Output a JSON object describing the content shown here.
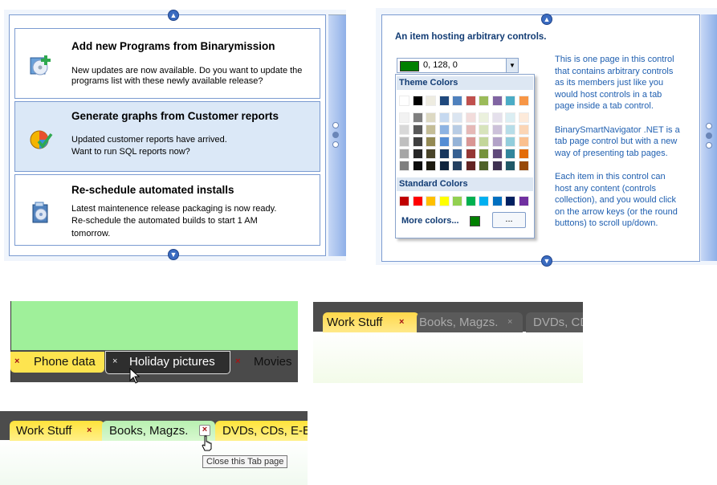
{
  "panel1": {
    "cards": [
      {
        "title": "Add new Programs from Binarymission",
        "line1": "New updates are now available. Do you want to update the",
        "line2": "programs list with these newly available release?",
        "line3": "",
        "icon": "install-cd-icon"
      },
      {
        "title": "Generate graphs from Customer reports",
        "line1": "Updated customer reports have arrived.",
        "line2": "Want to run SQL reports now?",
        "line3": "",
        "icon": "pie-chart-check-icon"
      },
      {
        "title": "Re-schedule automated installs",
        "line1": "Latest maintenence release packaging is now ready.",
        "line2": "Re-schedule the automated builds to start 1 AM",
        "line3": "tomorrow.",
        "icon": "software-box-icon"
      }
    ]
  },
  "panel2": {
    "heading": "An item hosting arbitrary controls.",
    "color_value": "0, 128, 0",
    "theme_colors_label": "Theme Colors",
    "standard_colors_label": "Standard Colors",
    "more_colors_label": "More colors...",
    "more_button_label": "...",
    "description": [
      "This is one page in this control",
      "that contains arbitrary controls",
      "as its members just like you",
      "would host controls in a tab",
      "page inside a tab control.",
      "",
      "BinarySmartNavigator .NET is a",
      "tab page control but with a new",
      "way of presenting tab pages.",
      "",
      "Each item in this control can",
      "host any content (controls",
      "collection), and you would click",
      "on the arrow keys (or the round",
      "buttons) to scroll up/down."
    ],
    "theme_top": [
      "#ffffff",
      "#000000",
      "#eeece1",
      "#1f497d",
      "#4f81bd",
      "#c0504d",
      "#9bbb59",
      "#8064a2",
      "#4bacc6",
      "#f79646"
    ],
    "theme_cols": [
      [
        "#f2f2f2",
        "#d8d8d8",
        "#bfbfbf",
        "#a5a5a5",
        "#7f7f7f"
      ],
      [
        "#7f7f7f",
        "#595959",
        "#3f3f3f",
        "#262626",
        "#0c0c0c"
      ],
      [
        "#ddd9c3",
        "#c4bd97",
        "#938953",
        "#494429",
        "#1d1b10"
      ],
      [
        "#c6d9f0",
        "#8db3e2",
        "#548dd4",
        "#17365d",
        "#0f243e"
      ],
      [
        "#dbe5f1",
        "#b8cce4",
        "#95b3d7",
        "#366092",
        "#244061"
      ],
      [
        "#f2dcdb",
        "#e5b9b7",
        "#d99694",
        "#953734",
        "#632423"
      ],
      [
        "#ebf1dd",
        "#d7e3bc",
        "#c3d69b",
        "#76923c",
        "#4f6128"
      ],
      [
        "#e5e0ec",
        "#ccc1d9",
        "#b2a2c7",
        "#5f497a",
        "#3f3151"
      ],
      [
        "#dbeef3",
        "#b7dde8",
        "#92cddc",
        "#31859b",
        "#205867"
      ],
      [
        "#fdeada",
        "#fbd5b5",
        "#fac08f",
        "#e36c09",
        "#974806"
      ]
    ],
    "standard": [
      "#c00000",
      "#ff0000",
      "#ffc000",
      "#ffff00",
      "#92d050",
      "#00b050",
      "#00b0f0",
      "#0070c0",
      "#002060",
      "#7030a0"
    ],
    "selected_color": "#008000"
  },
  "tabs1": {
    "tabs": [
      "Phone data",
      "Holiday pictures",
      "Movies"
    ],
    "close": "×"
  },
  "tabs2": {
    "tabs": [
      "Work Stuff",
      "Books, Magzs.",
      "DVDs, CDs"
    ],
    "close": "×"
  },
  "tabs3": {
    "tabs": [
      "Work Stuff",
      "Books, Magzs.",
      "DVDs, CDs, E-B"
    ],
    "close": "×",
    "tooltip": "Close this Tab page"
  }
}
